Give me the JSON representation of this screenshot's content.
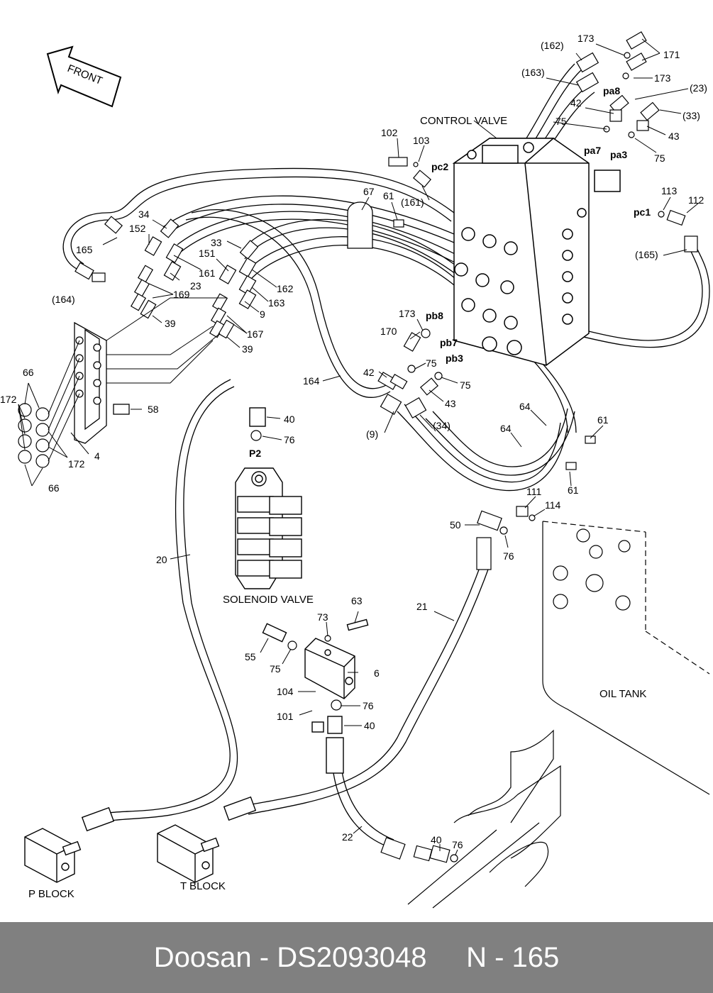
{
  "front_label": "FRONT",
  "captions": {
    "control_valve": "CONTROL VALVE",
    "solenoid_valve": "SOLENOID VALVE",
    "oil_tank": "OIL TANK",
    "p_block": "P BLOCK",
    "t_block": "T BLOCK",
    "p2": "P2"
  },
  "ports": [
    "pc2",
    "pc1",
    "pa8",
    "pa7",
    "pa3",
    "pb8",
    "pb7",
    "pb3"
  ],
  "callouts": [
    "173",
    "(162)",
    "171",
    "(163)",
    "173",
    "(23)",
    "42",
    "(33)",
    "75",
    "43",
    "75",
    "102",
    "103",
    "113",
    "112",
    "67",
    "61",
    "(161)",
    "(165)",
    "34",
    "152",
    "33",
    "165",
    "151",
    "161",
    "162",
    "23",
    "169",
    "163",
    "9",
    "(164)",
    "39",
    "167",
    "39",
    "173",
    "170",
    "42",
    "75",
    "75",
    "43",
    "164",
    "64",
    "61",
    "64",
    "61",
    "66",
    "58",
    "40",
    "76",
    "172",
    "4",
    "172",
    "66",
    "111",
    "114",
    "50",
    "76",
    "20",
    "21",
    "63",
    "73",
    "55",
    "75",
    "6",
    "104",
    "76",
    "101",
    "40",
    "40",
    "76",
    "22",
    "(9)",
    "(34)"
  ],
  "footer": {
    "brand": "Doosan",
    "separator": "-",
    "part_number": "DS2093048",
    "page": "N - 165"
  }
}
